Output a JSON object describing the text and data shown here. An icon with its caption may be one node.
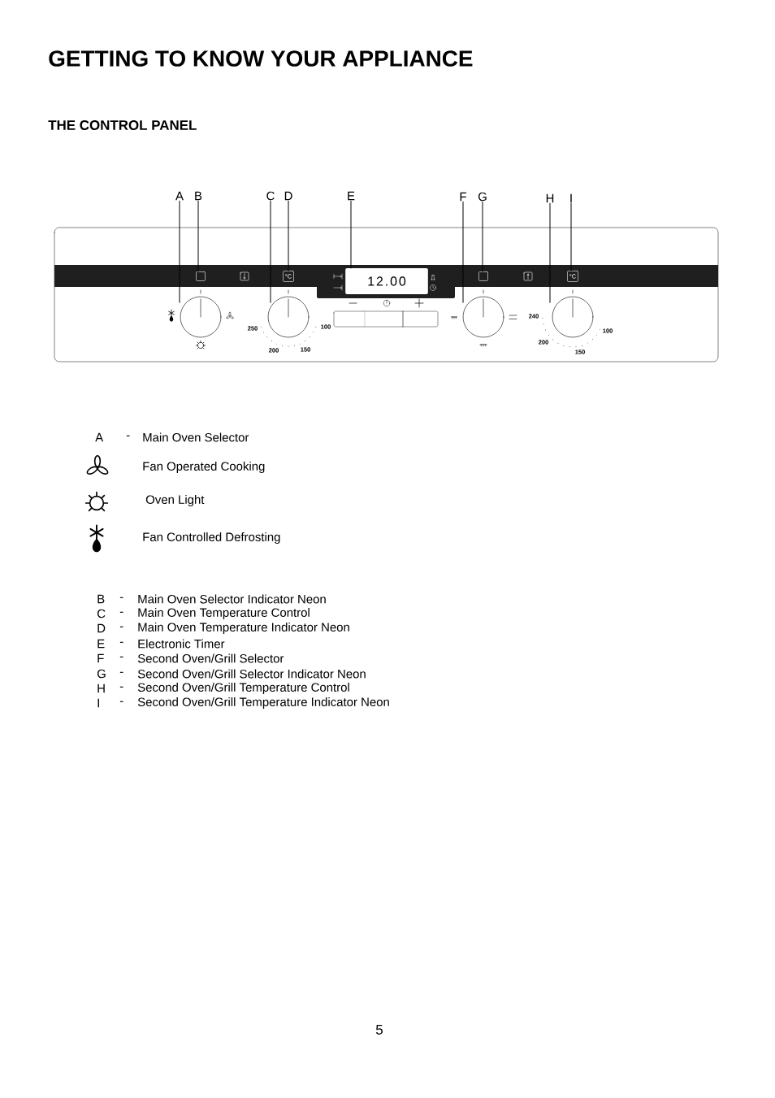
{
  "diagram": {
    "title": "GETTING TO KNOW YOUR APPLIANCE",
    "nodes": [
      {
        "text": [
          "A"
        ]
      },
      {
        "text": [
          "B"
        ]
      },
      {
        "text": [
          "C"
        ]
      },
      {
        "text": [
          "D"
        ]
      },
      {
        "text": [
          "E"
        ]
      },
      {
        "text": [
          "F"
        ]
      },
      {
        "text": [
          "G"
        ]
      },
      {
        "text": [
          "H"
        ]
      },
      {
        "text": [
          "I"
        ]
      },
      {
        "text": [],
        "shape": "circle"
      },
      {
        "text": [],
        "shape": "box"
      },
      {
        "text": [],
        "shape": "circle"
      },
      {
        "text": [
          "°C"
        ]
      },
      {
        "text": [
          "12.00"
        ]
      },
      {
        "text": [],
        "shape": "circle"
      },
      {
        "text": [],
        "shape": "box"
      },
      {
        "text": [],
        "shape": "circle"
      },
      {
        "text": [
          "°C"
        ]
      }
    ],
    "edges": [
      {
        "from": 0,
        "to": 9,
        "arrow": "none"
      },
      {
        "from": 1,
        "to": 10,
        "arrow": "none"
      },
      {
        "from": 2,
        "to": 11,
        "arrow": "none"
      },
      {
        "from": 3,
        "to": 12,
        "arrow": "none"
      },
      {
        "from": 4,
        "to": 13,
        "arrow": "none"
      },
      {
        "from": 5,
        "to": 14,
        "arrow": "none"
      },
      {
        "from": 6,
        "to": 15,
        "arrow": "none"
      },
      {
        "from": 7,
        "to": 16,
        "arrow": "none"
      },
      {
        "from": 8,
        "to": 17,
        "arrow": "none"
      }
    ],
    "labels": [
      "THE CONTROL PANEL",
      "250",
      "100",
      "200",
      "150",
      "240",
      "100",
      "200",
      "150",
      "A",
      "-",
      "Main Oven Selector",
      "B",
      "-",
      "Main Oven Selector Indicator Neon",
      "C",
      "-",
      "Main Oven Temperature Control",
      "D",
      "-",
      "Main Oven Temperature Indicator Neon",
      "E",
      "-",
      "Electronic Timer",
      "F",
      "-",
      "Second Oven/Grill Selector",
      "G",
      "-",
      "Second Oven/Grill Selector Indicator Neon",
      "H",
      "-",
      "Second Oven/Grill Temperature Control",
      "I",
      "-",
      "Second Oven/Grill Temperature Indicator Neon",
      "5"
    ],
    "legend": [
      {
        "text": "Fan Operated Cooking"
      },
      {
        "text": "Oven Light"
      },
      {
        "text": "Fan Controlled Defrosting"
      }
    ]
  }
}
